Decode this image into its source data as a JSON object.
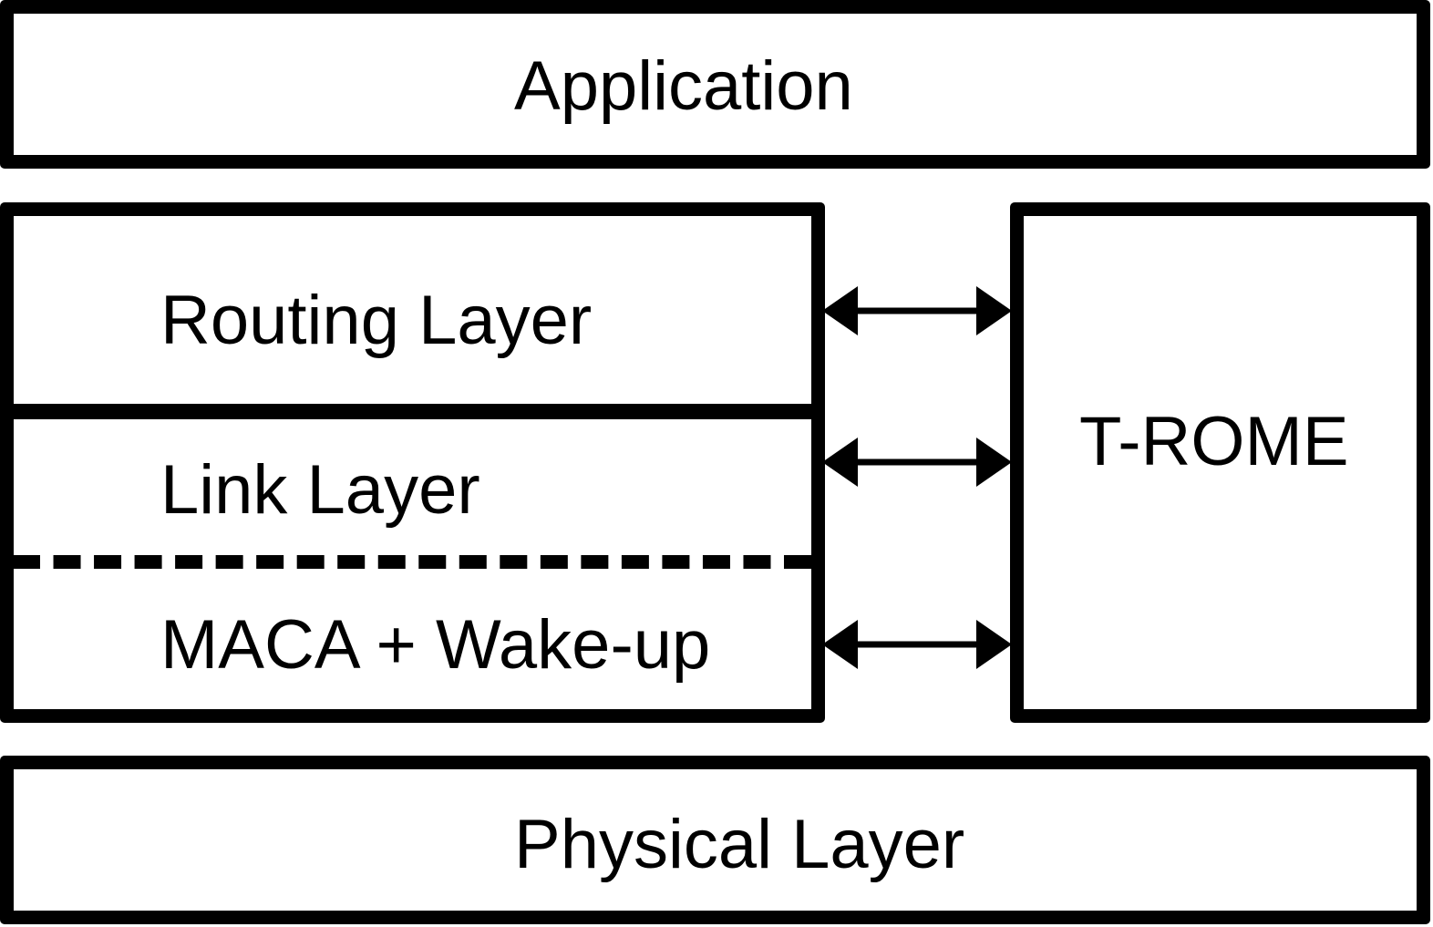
{
  "diagram": {
    "application": {
      "label": "Application"
    },
    "stack": {
      "routing": {
        "label": "Routing Layer"
      },
      "link": {
        "label": "Link Layer"
      },
      "maca": {
        "label": "MACA + Wake-up"
      }
    },
    "trome": {
      "label": "T-ROME"
    },
    "physical": {
      "label": "Physical Layer"
    },
    "connectors": [
      {
        "from": "routing",
        "to": "trome",
        "type": "bidirectional"
      },
      {
        "from": "link",
        "to": "trome",
        "type": "bidirectional"
      },
      {
        "from": "maca",
        "to": "trome",
        "type": "bidirectional"
      }
    ],
    "line_color": "#000000"
  }
}
